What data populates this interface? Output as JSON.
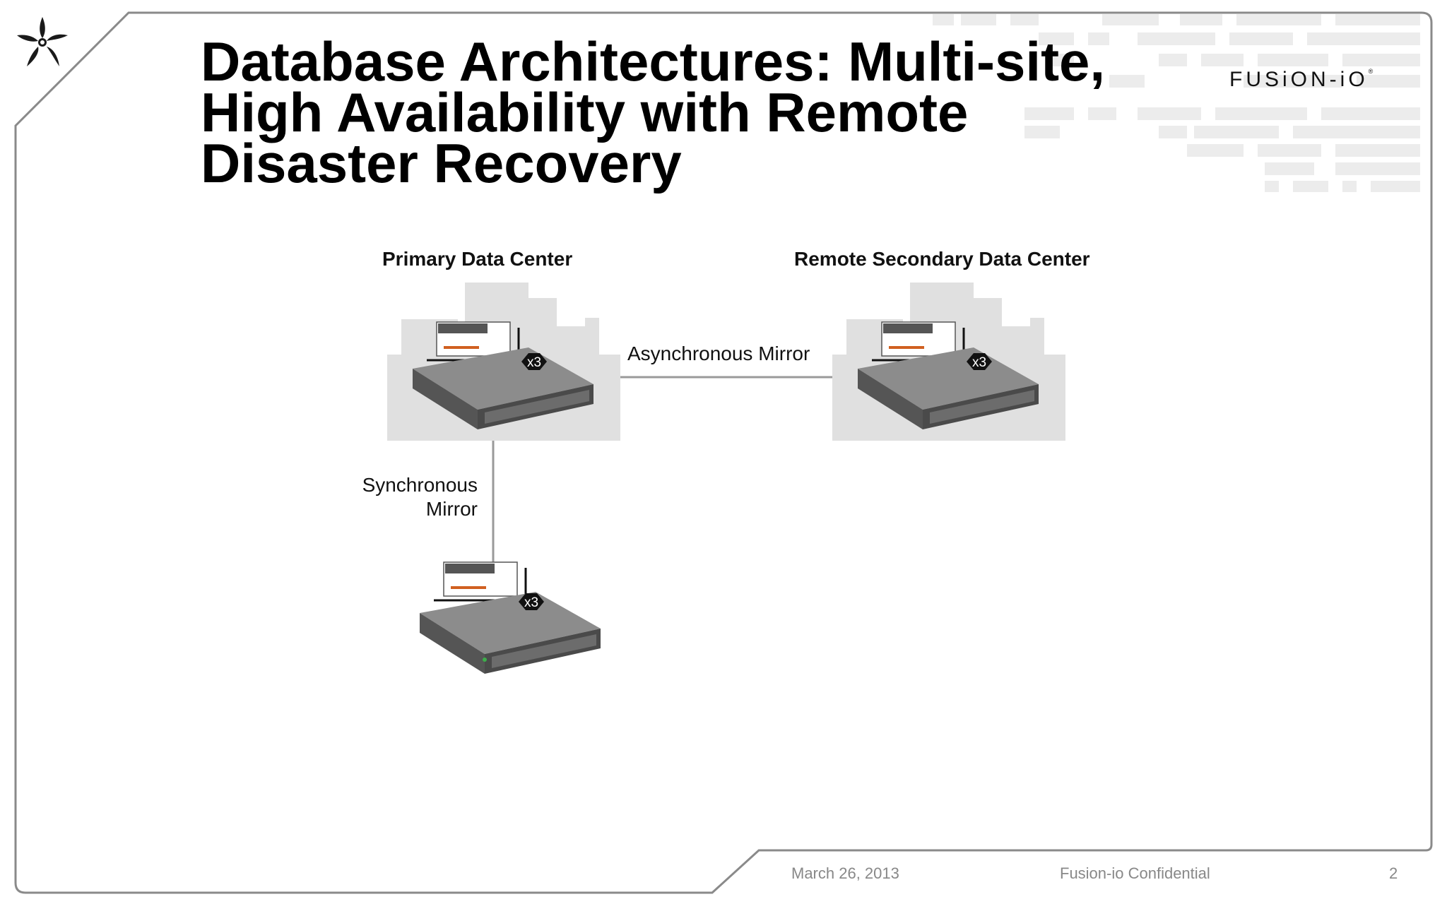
{
  "slide": {
    "title_lines": [
      "Database Architectures: Multi-site,",
      "High Availability with Remote",
      "Disaster Recovery"
    ],
    "brand_name": "FUSiON-iO",
    "brand_mark": "®"
  },
  "diagram": {
    "primary_label": "Primary Data Center",
    "secondary_label": "Remote Secondary Data Center",
    "async_label": "Asynchronous Mirror",
    "sync_label_line1": "Synchronous",
    "sync_label_line2": "Mirror",
    "multiplier": "x3"
  },
  "footer": {
    "date": "March 26, 2013",
    "confidential": "Fusion-io Confidential",
    "page_number": "2"
  },
  "colors": {
    "frame": "#8a8a8a",
    "server_top": "#8c8c8c",
    "server_front": "#5a5a5a",
    "building": "#e0e0e0",
    "connector": "#9a9a9a"
  },
  "icons": [
    "fusion-io-star-logo-icon",
    "server-icon",
    "fusion-io-card-icon",
    "datacenter-building-icon",
    "x3-hexagon-badge-icon"
  ]
}
